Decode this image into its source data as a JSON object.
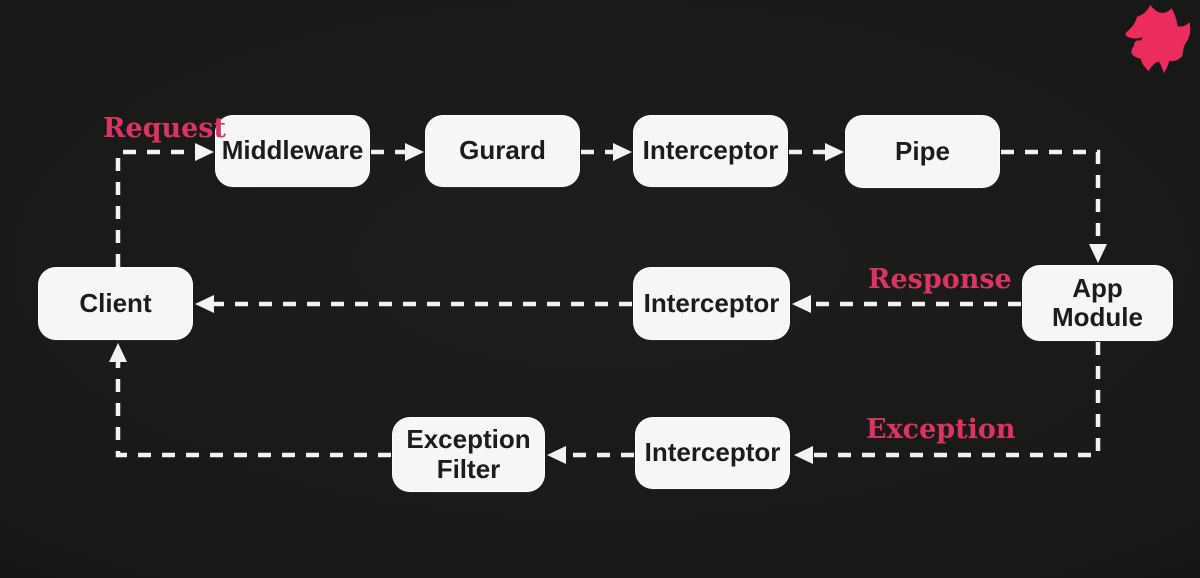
{
  "title": "NestJS request lifecycle diagram",
  "colors": {
    "background": "#181818",
    "node_fill": "#f6f6f6",
    "node_text": "#1c1c1c",
    "line": "#f2f2f2",
    "accent_pink": "#d93560",
    "logo_pink": "#ec2c5d"
  },
  "nodes": {
    "middleware": {
      "label": "Middleware"
    },
    "guard": {
      "label": "Gurard"
    },
    "interceptor_top": {
      "label": "Interceptor"
    },
    "pipe": {
      "label": "Pipe"
    },
    "client": {
      "label": "Client"
    },
    "interceptor_middle": {
      "label": "Interceptor"
    },
    "app_module": {
      "label": "App Module"
    },
    "exception_filter": {
      "label": "Exception Filter"
    },
    "interceptor_bottom": {
      "label": "Interceptor"
    }
  },
  "flow_labels": {
    "request": "Request",
    "response": "Response",
    "exception": "Exception"
  },
  "flows": [
    {
      "from": "Client",
      "to": "Middleware",
      "label": "Request"
    },
    {
      "from": "Middleware",
      "to": "Gurard"
    },
    {
      "from": "Gurard",
      "to": "Interceptor"
    },
    {
      "from": "Interceptor",
      "to": "Pipe"
    },
    {
      "from": "Pipe",
      "to": "App Module"
    },
    {
      "from": "App Module",
      "to": "Interceptor",
      "label": "Response"
    },
    {
      "from": "Interceptor",
      "to": "Client"
    },
    {
      "from": "App Module",
      "to": "Interceptor",
      "label": "Exception"
    },
    {
      "from": "Interceptor",
      "to": "Exception Filter"
    },
    {
      "from": "Exception Filter",
      "to": "Client"
    }
  ],
  "logo": {
    "name": "nestjs-logo"
  }
}
